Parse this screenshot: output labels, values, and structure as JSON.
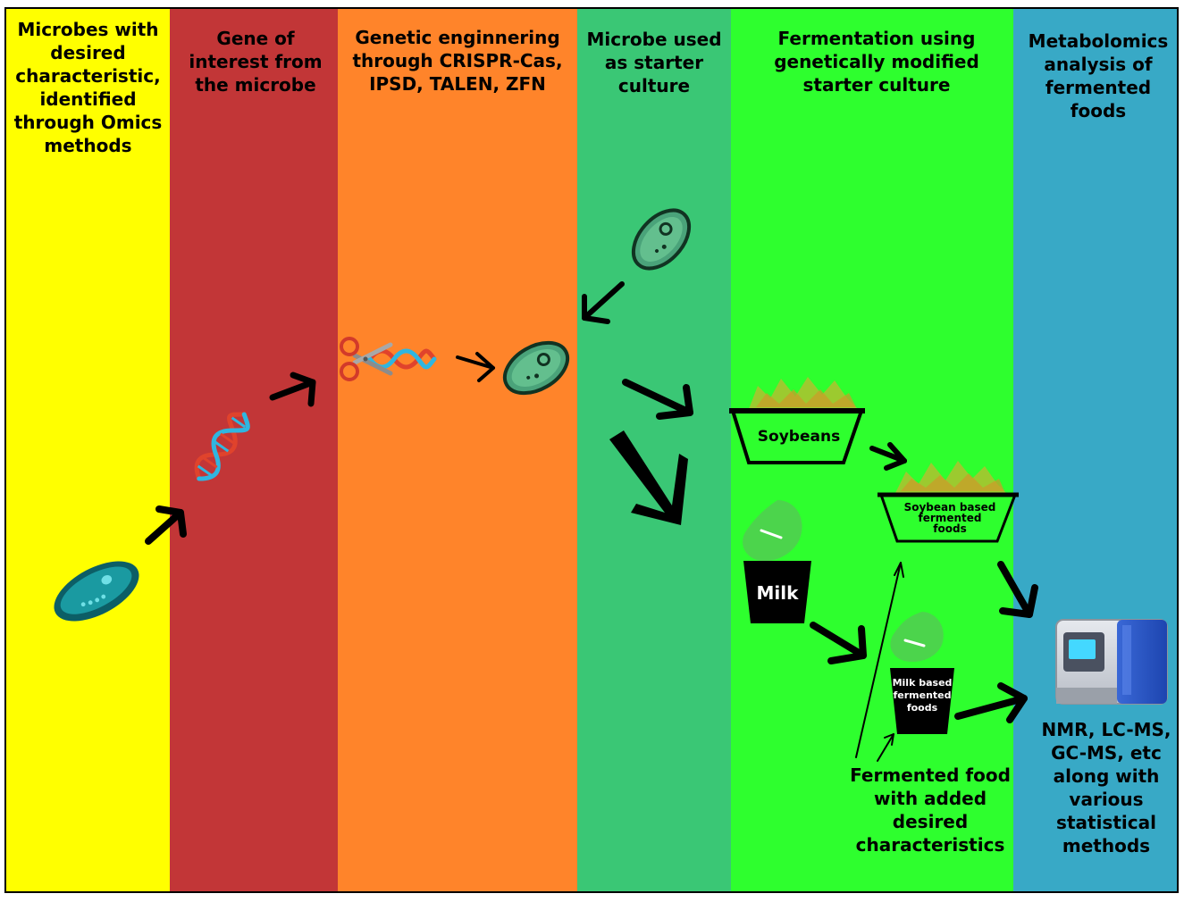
{
  "colors": {
    "panel_1": "#ffff00",
    "panel_2": "#c23637",
    "panel_3": "#ff842a",
    "panel_4": "#3ac775",
    "panel_5": "#2eff2e",
    "panel_6": "#38a9c6"
  },
  "panels": [
    {
      "title": "Microbes with\ndesired\ncharacteristic,\nidentified\nthrough Omics\nmethods"
    },
    {
      "title": "Gene of\ninterest from\nthe microbe"
    },
    {
      "title": "Genetic enginnering\nthrough CRISPR-Cas,\nIPSD, TALEN, ZFN"
    },
    {
      "title": "Microbe used\nas starter\nculture"
    },
    {
      "title": "Fermentation using\ngenetically modified\nstarter culture"
    },
    {
      "title": "Metabolomics\nanalysis of\nfermented\nfoods"
    }
  ],
  "labels": {
    "soybeans": "Soybeans",
    "milk": "Milk",
    "soy_fermented": "Soybean based\nfermented\nfoods",
    "milk_fermented": "Milk based\nfermented\nfoods",
    "fermented_note": "Fermented food\nwith added\ndesired\ncharacteristics",
    "analysis_methods": "NMR, LC-MS,\nGC-MS, etc\nalong with\nvarious\nstatistical\nmethods"
  },
  "icons": [
    "bacterium-icon",
    "dna-icon",
    "scissors-dna-icon",
    "microbe-icon",
    "soybean-bowl-icon",
    "milk-cup-icon",
    "analyzer-instrument-icon"
  ]
}
